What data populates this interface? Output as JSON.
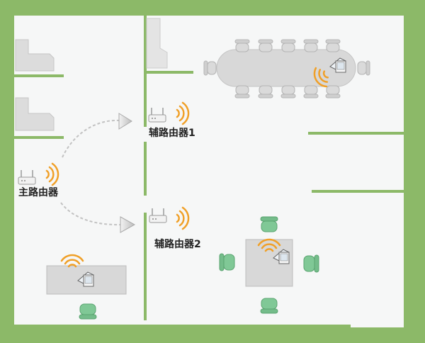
{
  "labels": {
    "main_router": "主路由器",
    "aux_router_1": "辅路由器1",
    "aux_router_2": "辅路由器2"
  },
  "icons": [
    "router-icon",
    "wifi-signal-icon",
    "laptop-icon",
    "chair-icon",
    "arrow-icon",
    "shelf-icon"
  ],
  "colors": {
    "wall": "#8cb968",
    "floor": "#f6f7f7",
    "furniture": "#d8d8d8",
    "chair_gray": "#dadada",
    "chair_green": "#80c896",
    "signal": "#f0a028"
  }
}
